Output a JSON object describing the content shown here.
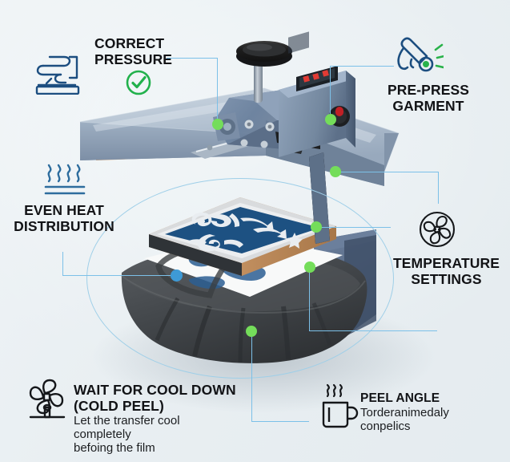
{
  "page": {
    "subject": "heat-press-transfer-infographic",
    "background_color": "#eaeff2",
    "accent_line_color": "#7cc0e8",
    "dot_green": "#74dd5a",
    "dot_blue": "#3e9ad6",
    "icon_navy": "#1c4e80",
    "icon_green": "#29b24a",
    "icon_black": "#111111",
    "text_color": "#121316"
  },
  "callouts": [
    {
      "id": "correct-pressure",
      "icon": "hand-press-icon",
      "badge_icon": "check-circle-icon",
      "title_line1": "CORRECT",
      "title_line2": "PRESSURE",
      "subtitle": ""
    },
    {
      "id": "pre-press-garment",
      "icon": "steam-iron-icon",
      "title_line1": "PRE-PRESS",
      "title_line2": "GARMENT",
      "subtitle": ""
    },
    {
      "id": "even-heat-distribution",
      "icon": "heat-waves-icon",
      "title_line1": "EVEN HEAT",
      "title_line2": "DISTRIBUTION",
      "subtitle": ""
    },
    {
      "id": "temperature-settings",
      "icon": "fan-circle-icon",
      "title_line1": "TEMPERATURE",
      "title_line2": "SETTINGS",
      "subtitle": ""
    },
    {
      "id": "wait-for-cool-down",
      "icon": "cooling-fan-icon",
      "title_line1": "WAIT FOR COOL DOWN",
      "title_line2": "(COLD PEEL)",
      "sub_line1": "Let the transfer cool",
      "sub_line2": "completely",
      "sub_line3": "befoing the film"
    },
    {
      "id": "peel-angle",
      "icon": "hot-mug-icon",
      "title_line1": "PEEL ANGLE",
      "sub_line1": "Torderanimedaly",
      "sub_line2": "conpelics"
    }
  ],
  "machine": {
    "type": "swing-away-heat-press",
    "body_color": "#7f93ad",
    "upper_platen_color": "#b9c6d4",
    "handle_color": "#262626",
    "display_label": "",
    "display_digits_color": "#e23b34",
    "knob_color": "#c02026",
    "transfer_sheet_color": "#1d5182",
    "garment_color": "#484b4e",
    "board_edge_color": "#c79a69"
  }
}
